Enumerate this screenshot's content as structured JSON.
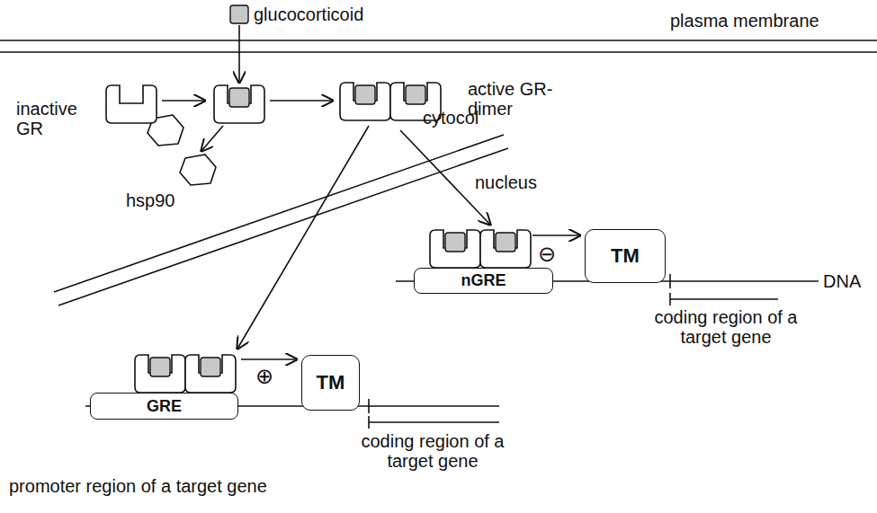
{
  "diagram": {
    "nodes": [
      {
        "text": [
          "nGRE"
        ]
      },
      {
        "text": [
          "TM"
        ]
      },
      {
        "text": [
          "GRE"
        ]
      },
      {
        "text": [
          "TM"
        ]
      }
    ],
    "labels": [
      "glucocorticoid",
      "plasma membrane",
      "inactive GR",
      "active GR-dimer",
      "hsp90",
      "cytocol",
      "nucleus",
      "⊖",
      "DNA",
      "⊕",
      "coding region of a target gene",
      "promoter region of a target gene",
      "coding region of a target gene"
    ]
  }
}
